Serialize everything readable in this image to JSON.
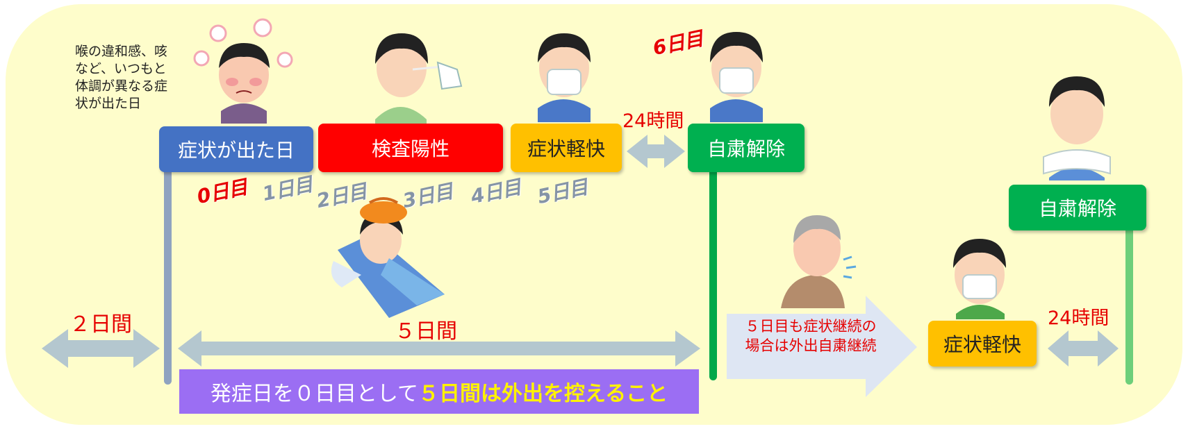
{
  "symptom_note": "喉の違和感、咳\nなど、いつもと\n体調が異なる症\n状が出た日",
  "boxes": {
    "onset": "症状が出た日",
    "test_positive": "検査陽性",
    "symptoms_improve": "症状軽快",
    "release": "自粛解除",
    "symptoms_improve_2": "症状軽快",
    "release_2": "自粛解除"
  },
  "days": {
    "d0": "0日目",
    "d1": "1日目",
    "d2": "2日目",
    "d3": "3日目",
    "d4": "4日目",
    "d5": "5日目",
    "d6": "6日目"
  },
  "intervals": {
    "two_days": "２日間",
    "five_days": "５日間",
    "hours24_a": "24時間",
    "hours24_b": "24時間"
  },
  "continuation_note": "５日目も症状継続の\n場合は外出自粛継続",
  "bottom_band": {
    "prefix": "発症日を０日目として",
    "highlight": "５日間は外出を控えること"
  },
  "colors": {
    "panel": "#fefdcb",
    "blue": "#4472c4",
    "red": "#ff0000",
    "amber": "#ffc000",
    "green": "#00b050",
    "purple": "#9b6ef3",
    "arrow": "#b4c7cf",
    "accent_red": "#e60000",
    "day_grey": "#8594a6"
  },
  "icons": [
    "sick-person-icon",
    "nasal-swab-test-icon",
    "masked-person-icon",
    "masked-person-recovered-icon",
    "person-in-bed-icon",
    "elderly-coughing-icon",
    "masked-person-small-icon",
    "person-removing-mask-icon"
  ]
}
